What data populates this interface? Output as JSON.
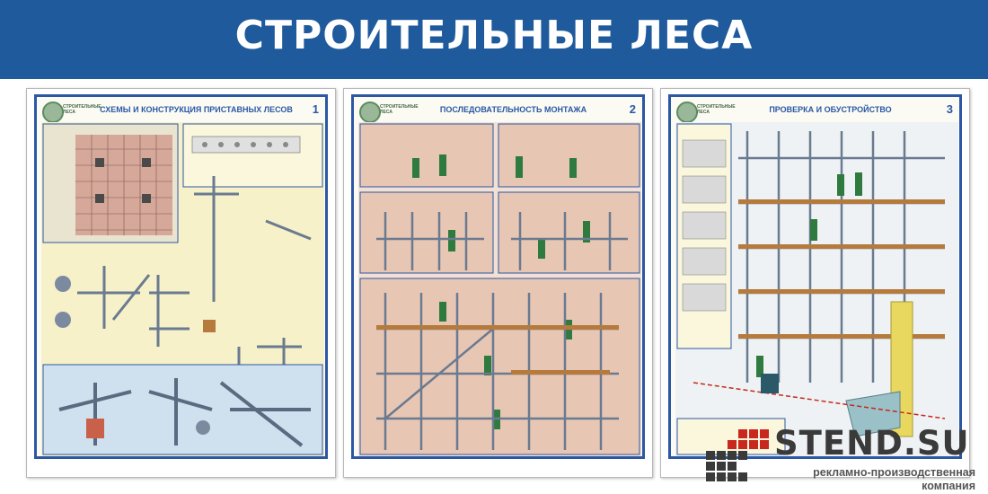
{
  "header": {
    "title": "СТРОИТЕЛЬНЫЕ ЛЕСА"
  },
  "posters": [
    {
      "number": "1",
      "title": "Схемы и конструкция приставных лесов",
      "logo_text": "СТРОИТЕЛЬНЫЕ ЛЕСА"
    },
    {
      "number": "2",
      "title": "Последовательность монтажа",
      "logo_text": "СТРОИТЕЛЬНЫЕ ЛЕСА"
    },
    {
      "number": "3",
      "title": "Проверка и обустройство",
      "logo_text": "СТРОИТЕЛЬНЫЕ ЛЕСА"
    }
  ],
  "brand": {
    "name": "STEND.SU",
    "subtitle_line1": "рекламно-производственная",
    "subtitle_line2": "компания",
    "colors": {
      "accent": "#c8281e",
      "dark": "#3a3a3a"
    }
  },
  "colors": {
    "header_bg": "#1e5a9c",
    "poster_frame": "#2b57a4"
  }
}
